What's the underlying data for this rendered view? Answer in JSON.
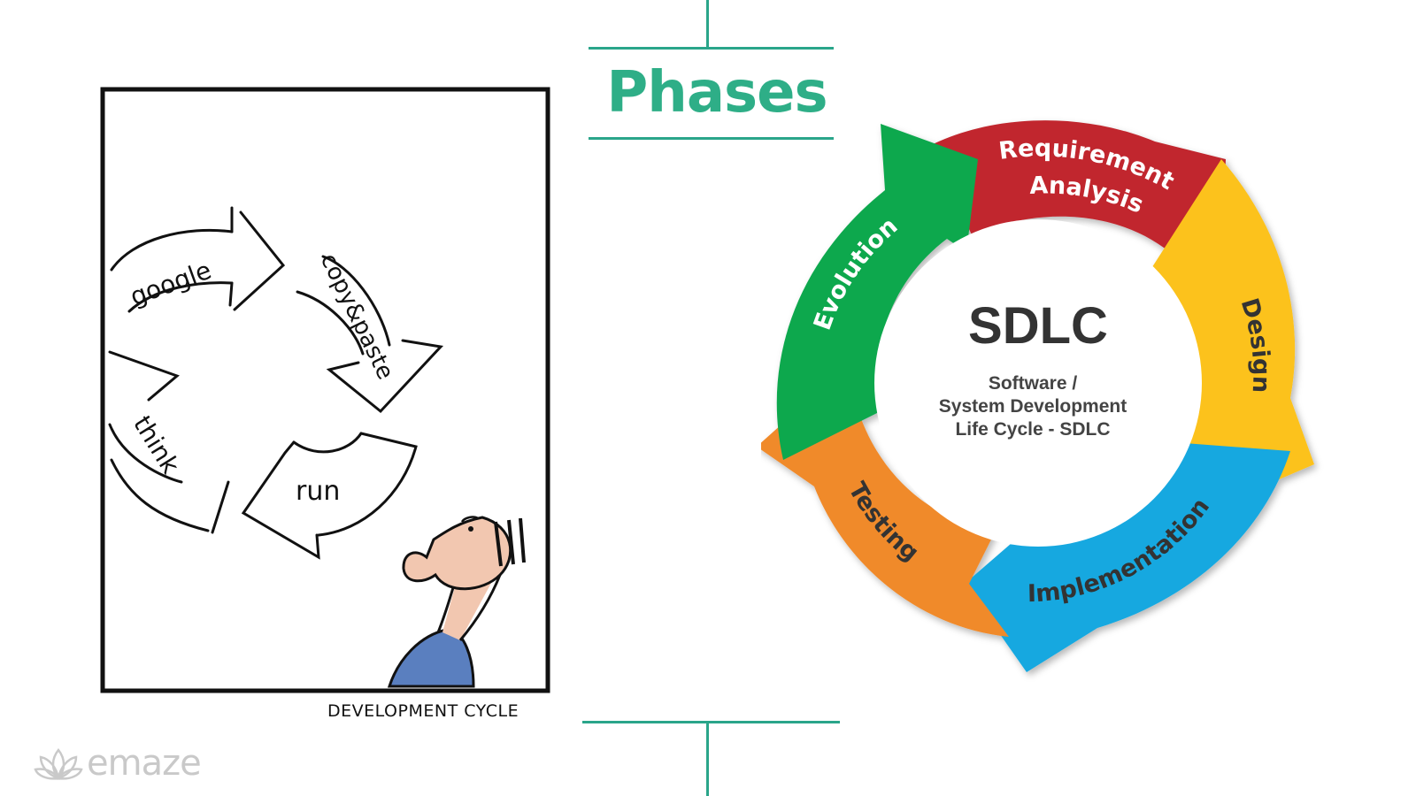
{
  "slide": {
    "title": "Phases"
  },
  "comic": {
    "arrows": [
      {
        "id": "google",
        "label": "google"
      },
      {
        "id": "copy-paste",
        "label": "copy&paste"
      },
      {
        "id": "run",
        "label": "run"
      },
      {
        "id": "think",
        "label": "think"
      }
    ],
    "caption": "DEVELOPMENT CYCLE"
  },
  "sdlc": {
    "center_title": "SDLC",
    "center_line1": "Software /",
    "center_line2": "System Development",
    "center_line3": "Life Cycle - SDLC",
    "segments": [
      {
        "label_line1": "Requirement",
        "label_line2": "Analysis",
        "color": "#c1272d"
      },
      {
        "label_line1": "Design",
        "label_line2": "",
        "color": "#fcc21b"
      },
      {
        "label_line1": "Implementation",
        "label_line2": "",
        "color": "#12a8e0"
      },
      {
        "label_line1": "Testing",
        "label_line2": "",
        "color": "#f08a2c"
      },
      {
        "label_line1": "Evolution",
        "label_line2": "",
        "color": "#0ea84e"
      }
    ]
  },
  "branding": {
    "logo_text": "emaze"
  },
  "colors": {
    "accent": "#2eae87",
    "line": "#2aa58a"
  }
}
